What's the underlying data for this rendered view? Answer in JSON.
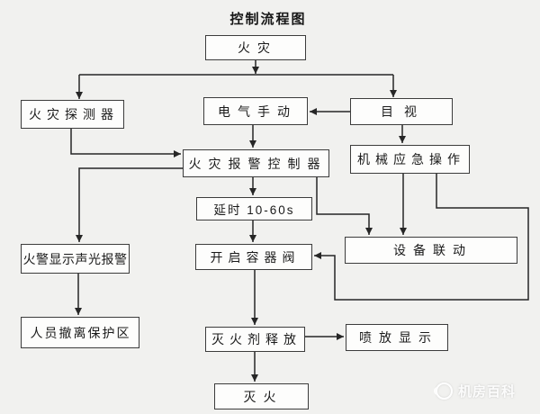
{
  "title": "控制流程图",
  "nodes": {
    "fire": {
      "label": "火灾"
    },
    "detector": {
      "label": "火灾探测器"
    },
    "electric": {
      "label": "电气手动"
    },
    "visual": {
      "label": "目视"
    },
    "controller": {
      "label": "火灾报警控制器"
    },
    "mechanical": {
      "label": "机械应急操作"
    },
    "delay": {
      "label": "延时 10-60s"
    },
    "alarm_display": {
      "label": "火警显示声光报警"
    },
    "valve": {
      "label": "开启容器阀"
    },
    "linkage": {
      "label": "设备联动"
    },
    "evacuate": {
      "label": "人员撤离保护区"
    },
    "release": {
      "label": "灭火剂释放"
    },
    "spray": {
      "label": "喷放显示"
    },
    "extinguish": {
      "label": "灭火"
    }
  },
  "edges": [
    {
      "from": "fire",
      "to": "detector"
    },
    {
      "from": "fire",
      "to": "visual"
    },
    {
      "from": "visual",
      "to": "electric"
    },
    {
      "from": "visual",
      "to": "mechanical"
    },
    {
      "from": "detector",
      "to": "controller"
    },
    {
      "from": "electric",
      "to": "controller"
    },
    {
      "from": "controller",
      "to": "delay"
    },
    {
      "from": "controller",
      "to": "alarm_display"
    },
    {
      "from": "controller",
      "to": "linkage"
    },
    {
      "from": "mechanical",
      "to": "linkage"
    },
    {
      "from": "mechanical",
      "to": "valve"
    },
    {
      "from": "delay",
      "to": "valve"
    },
    {
      "from": "alarm_display",
      "to": "evacuate"
    },
    {
      "from": "valve",
      "to": "release"
    },
    {
      "from": "release",
      "to": "spray"
    },
    {
      "from": "release",
      "to": "extinguish"
    }
  ],
  "watermark": {
    "brand": "机房百科"
  },
  "colors": {
    "background": "#f1f1ef",
    "box_fill": "#fdfdfc",
    "box_border": "#3c3c3c",
    "line": "#262626",
    "text": "#1a1a1a"
  }
}
